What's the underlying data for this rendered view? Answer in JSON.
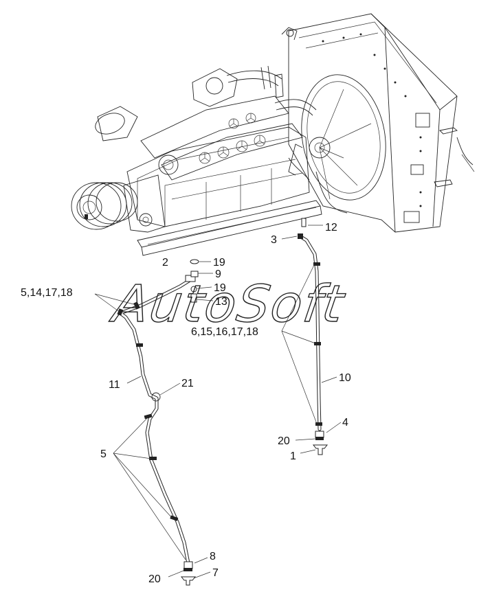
{
  "watermark": "AutoSoft",
  "callouts": [
    {
      "id": "c12",
      "text": "12"
    },
    {
      "id": "c3",
      "text": "3"
    },
    {
      "id": "c2",
      "text": "2"
    },
    {
      "id": "c19a",
      "text": "19"
    },
    {
      "id": "c9",
      "text": "9"
    },
    {
      "id": "c19b",
      "text": "19"
    },
    {
      "id": "c13",
      "text": "13"
    },
    {
      "id": "c5141718",
      "text": "5,14,17,18"
    },
    {
      "id": "c615161718",
      "text": "6,15,16,17,18"
    },
    {
      "id": "c10",
      "text": "10"
    },
    {
      "id": "c11",
      "text": "11"
    },
    {
      "id": "c21",
      "text": "21"
    },
    {
      "id": "c4",
      "text": "4"
    },
    {
      "id": "c20a",
      "text": "20"
    },
    {
      "id": "c1",
      "text": "1"
    },
    {
      "id": "c5",
      "text": "5"
    },
    {
      "id": "c8",
      "text": "8"
    },
    {
      "id": "c20b",
      "text": "20"
    },
    {
      "id": "c7",
      "text": "7"
    }
  ]
}
